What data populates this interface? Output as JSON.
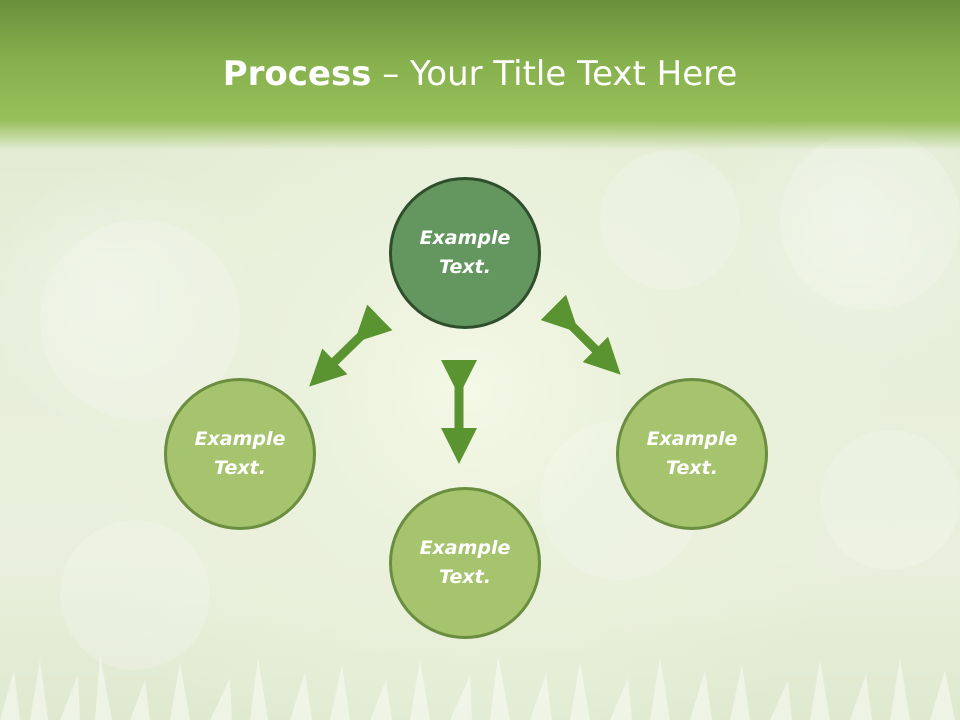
{
  "title": {
    "bold_part": "Process",
    "rest": " – Your Title Text Here"
  },
  "nodes": {
    "top": "Example Text.",
    "left": "Example Text.",
    "right": "Example Text.",
    "bottom": "Example Text."
  },
  "colors": {
    "accent_arrow": "#5a9431",
    "dark_node": "#64965f",
    "light_node": "#a6c36d"
  }
}
